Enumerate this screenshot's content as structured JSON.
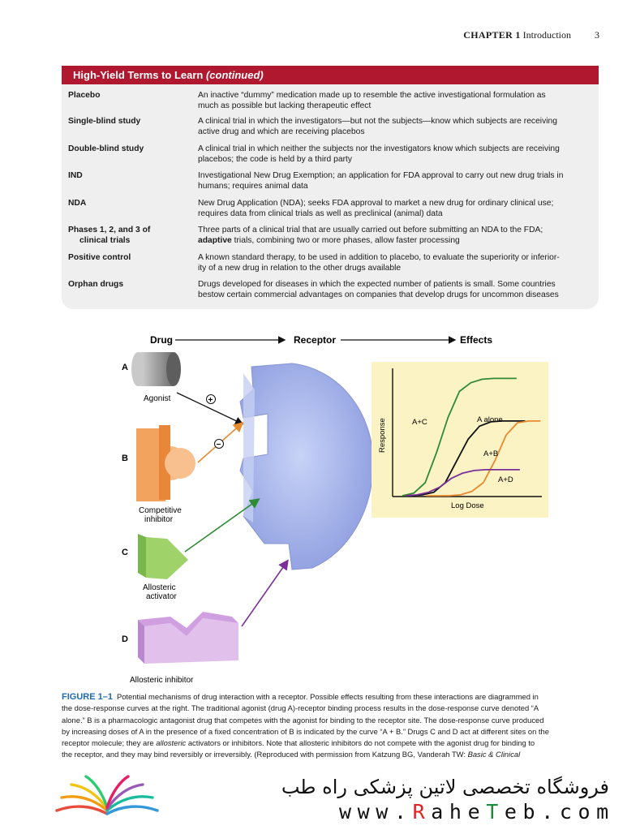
{
  "header": {
    "chapter": "CHAPTER 1",
    "section": "Introduction",
    "page": "3"
  },
  "table": {
    "title": "High-Yield Terms to Learn ",
    "title_suffix": "(continued)",
    "rows": [
      {
        "term": "Placebo",
        "def1": "An inactive “dummy” medication made up to resemble the active investigational formulation as",
        "def2": "much as possible but lacking therapeutic effect"
      },
      {
        "term": "Single-blind study",
        "def1": "A clinical trial in which the investigators—but not the subjects—know which subjects are receiving",
        "def2": "active drug and which are receiving placebos"
      },
      {
        "term": "Double-blind study",
        "def1": "A clinical trial in which neither the subjects nor the investigators know which subjects are receiving",
        "def2": "placebos; the code is held by a third party"
      },
      {
        "term": "IND",
        "def1": "Investigational New Drug Exemption; an application for FDA approval to carry out new drug trials in",
        "def2": "humans; requires animal data"
      },
      {
        "term": "NDA",
        "def1": "New Drug Application (NDA); seeks FDA approval to market a new drug for ordinary clinical use;",
        "def2": "requires data from clinical trials as well as preclinical (animal) data"
      },
      {
        "term": "Phases 1, 2, and 3 of",
        "term2": "clinical trials",
        "def1": "Three parts of a clinical trial that are usually carried out before submitting an NDA to the FDA;",
        "def2_bold": "adaptive",
        "def2": " trials, combining two or more phases, allow faster processing"
      },
      {
        "term": "Positive control",
        "def1": "A known standard therapy, to be used in addition to placebo, to evaluate the superiority or inferior-",
        "def2": "ity of a new drug in relation to the other drugs available"
      },
      {
        "term": "Orphan drugs",
        "def1": "Drugs developed for diseases in which the expected number of patients is small. Some countries",
        "def2": "bestow certain commercial advantages on companies that develop drugs for uncommon diseases"
      }
    ]
  },
  "figure": {
    "col_drug": "Drug",
    "col_receptor": "Receptor",
    "col_effects": "Effects",
    "A": "A",
    "B": "B",
    "C": "C",
    "D": "D",
    "agonist": "Agonist",
    "competitive1": "Competitive",
    "competitive2": "inhibitor",
    "allo_act1": "Allosteric",
    "allo_act2": "activator",
    "allo_inh": "Allosteric inhibitor",
    "plus": "+",
    "minus": "−",
    "colors": {
      "green": "#2f8a35",
      "orange": "#e88a2e",
      "purple": "#7a2f9a",
      "black": "#111111",
      "receptor": "#a9b8e8",
      "graph_bg": "#fbf3c4"
    }
  },
  "chart_data": {
    "type": "line",
    "xlabel": "Log Dose",
    "ylabel": "Response",
    "series": [
      {
        "name": "A+C",
        "x": [
          0,
          1,
          2,
          3,
          4,
          5,
          6,
          7,
          8,
          9,
          10
        ],
        "y": [
          0,
          0.3,
          1.5,
          5,
          9,
          12,
          13,
          13.4,
          13.5,
          13.5,
          13.5
        ]
      },
      {
        "name": "A alone",
        "x": [
          0,
          1,
          2,
          3,
          4,
          5,
          6,
          7,
          8,
          9,
          10
        ],
        "y": [
          0,
          0.1,
          0.4,
          1.5,
          4,
          6.5,
          8,
          8.5,
          8.6,
          8.6,
          8.6
        ]
      },
      {
        "name": "A+B",
        "x": [
          0,
          1,
          2,
          3,
          4,
          5,
          6,
          7,
          8,
          9,
          10
        ],
        "y": [
          0,
          0,
          0,
          0.1,
          0.5,
          1.5,
          4,
          7,
          8.4,
          8.6,
          8.6
        ]
      },
      {
        "name": "A+D",
        "x": [
          0,
          1,
          2,
          3,
          4,
          5,
          6,
          7,
          8,
          9,
          10
        ],
        "y": [
          0,
          0.1,
          0.4,
          1,
          2,
          2.6,
          2.9,
          3.0,
          3.0,
          3.0,
          3.0
        ]
      }
    ]
  },
  "caption": {
    "label": "FIGURE 1–1",
    "text1": "Potential mechanisms of drug interaction with a receptor. Possible effects resulting from these interactions are diagrammed in",
    "text2": "the dose-response curves at the right. The traditional agonist (drug A)-receptor binding process results in the dose-response curve denoted “A",
    "text3": "alone.” B is a pharmacologic antagonist drug that competes with the agonist for binding to the receptor site. The dose-response curve produced",
    "text4": "by increasing doses of A in the presence of a fixed concentration of B is indicated by the curve “A + B.” Drugs C and D act at different sites on the",
    "text5a": "receptor molecule; they are ",
    "text5i": "allosteric",
    "text5b": " activators or inhibitors. Note that allosteric inhibitors do not compete with the agonist drug for binding to",
    "text6a": "the receptor, and they may bind reversibly or irreversibly. (Reproduced with permission from Katzung BG, Vanderah TW: ",
    "text6i": "Basic & Clinical"
  },
  "banner": {
    "persian": "فروشگاه تخصصی لاتین پزشکی  راه طب",
    "url_a": "www.",
    "url_r": "R",
    "url_b": "ahe",
    "url_t": "T",
    "url_c": "eb.com"
  }
}
